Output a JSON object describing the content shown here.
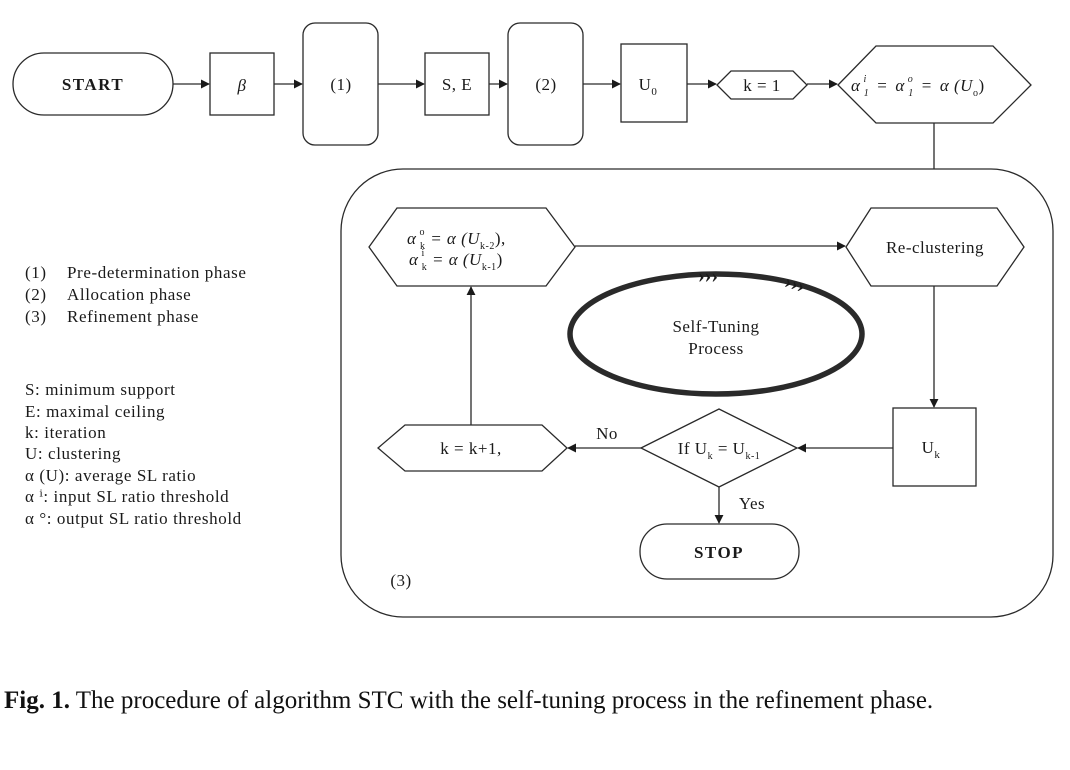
{
  "top_flow": {
    "start": "START",
    "beta": "β",
    "phase1": "(1)",
    "se": "S, E",
    "phase2": "(2)",
    "u0": "U",
    "u0_sub": "0",
    "k_init": "k = 1",
    "alpha_init": {
      "a1": "α",
      "a1_sup": "i",
      "a1_sub": "1",
      "eq1": "=",
      "a2": "α",
      "a2_sup": "o",
      "a2_sub": "1",
      "eq2": "=",
      "a3": "α (U",
      "a3_sub": "o",
      "a3_close": ")"
    }
  },
  "refinement": {
    "label": "(3)",
    "alpha_update": {
      "line1": {
        "a": "α",
        "sup": "o",
        "sub": "k",
        "eq": " =  α (U",
        "usub": "k-2",
        "close": "),"
      },
      "line2": {
        "a": "α",
        "sup": "i",
        "sub": "k",
        "eq": " =  α (U",
        "usub": "k-1",
        "close": ")"
      }
    },
    "reclustering": "Re-clustering",
    "self_tuning": [
      "Self-Tuning",
      "Process"
    ],
    "uk": "U",
    "uk_sub": "k",
    "decision": {
      "text1": "If U",
      "sub1": "k",
      "mid": " = U",
      "sub2": "k-1"
    },
    "k_increment": "k = k+1,",
    "no": "No",
    "yes": "Yes",
    "stop": "STOP"
  },
  "legend_phases": [
    {
      "num": "(1)",
      "text": "Pre-determination phase"
    },
    {
      "num": "(2)",
      "text": "Allocation phase"
    },
    {
      "num": "(3)",
      "text": "Refinement phase"
    }
  ],
  "legend_symbols": [
    "S: minimum support",
    "E: maximal ceiling",
    "k: iteration",
    "U: clustering",
    "α (U): average SL ratio",
    "α ⁱ: input SL ratio threshold",
    "α °: output SL ratio threshold"
  ],
  "caption": {
    "label": "Fig. 1.",
    "text": " The procedure of algorithm STC with the self-tuning process in the refinement phase."
  }
}
